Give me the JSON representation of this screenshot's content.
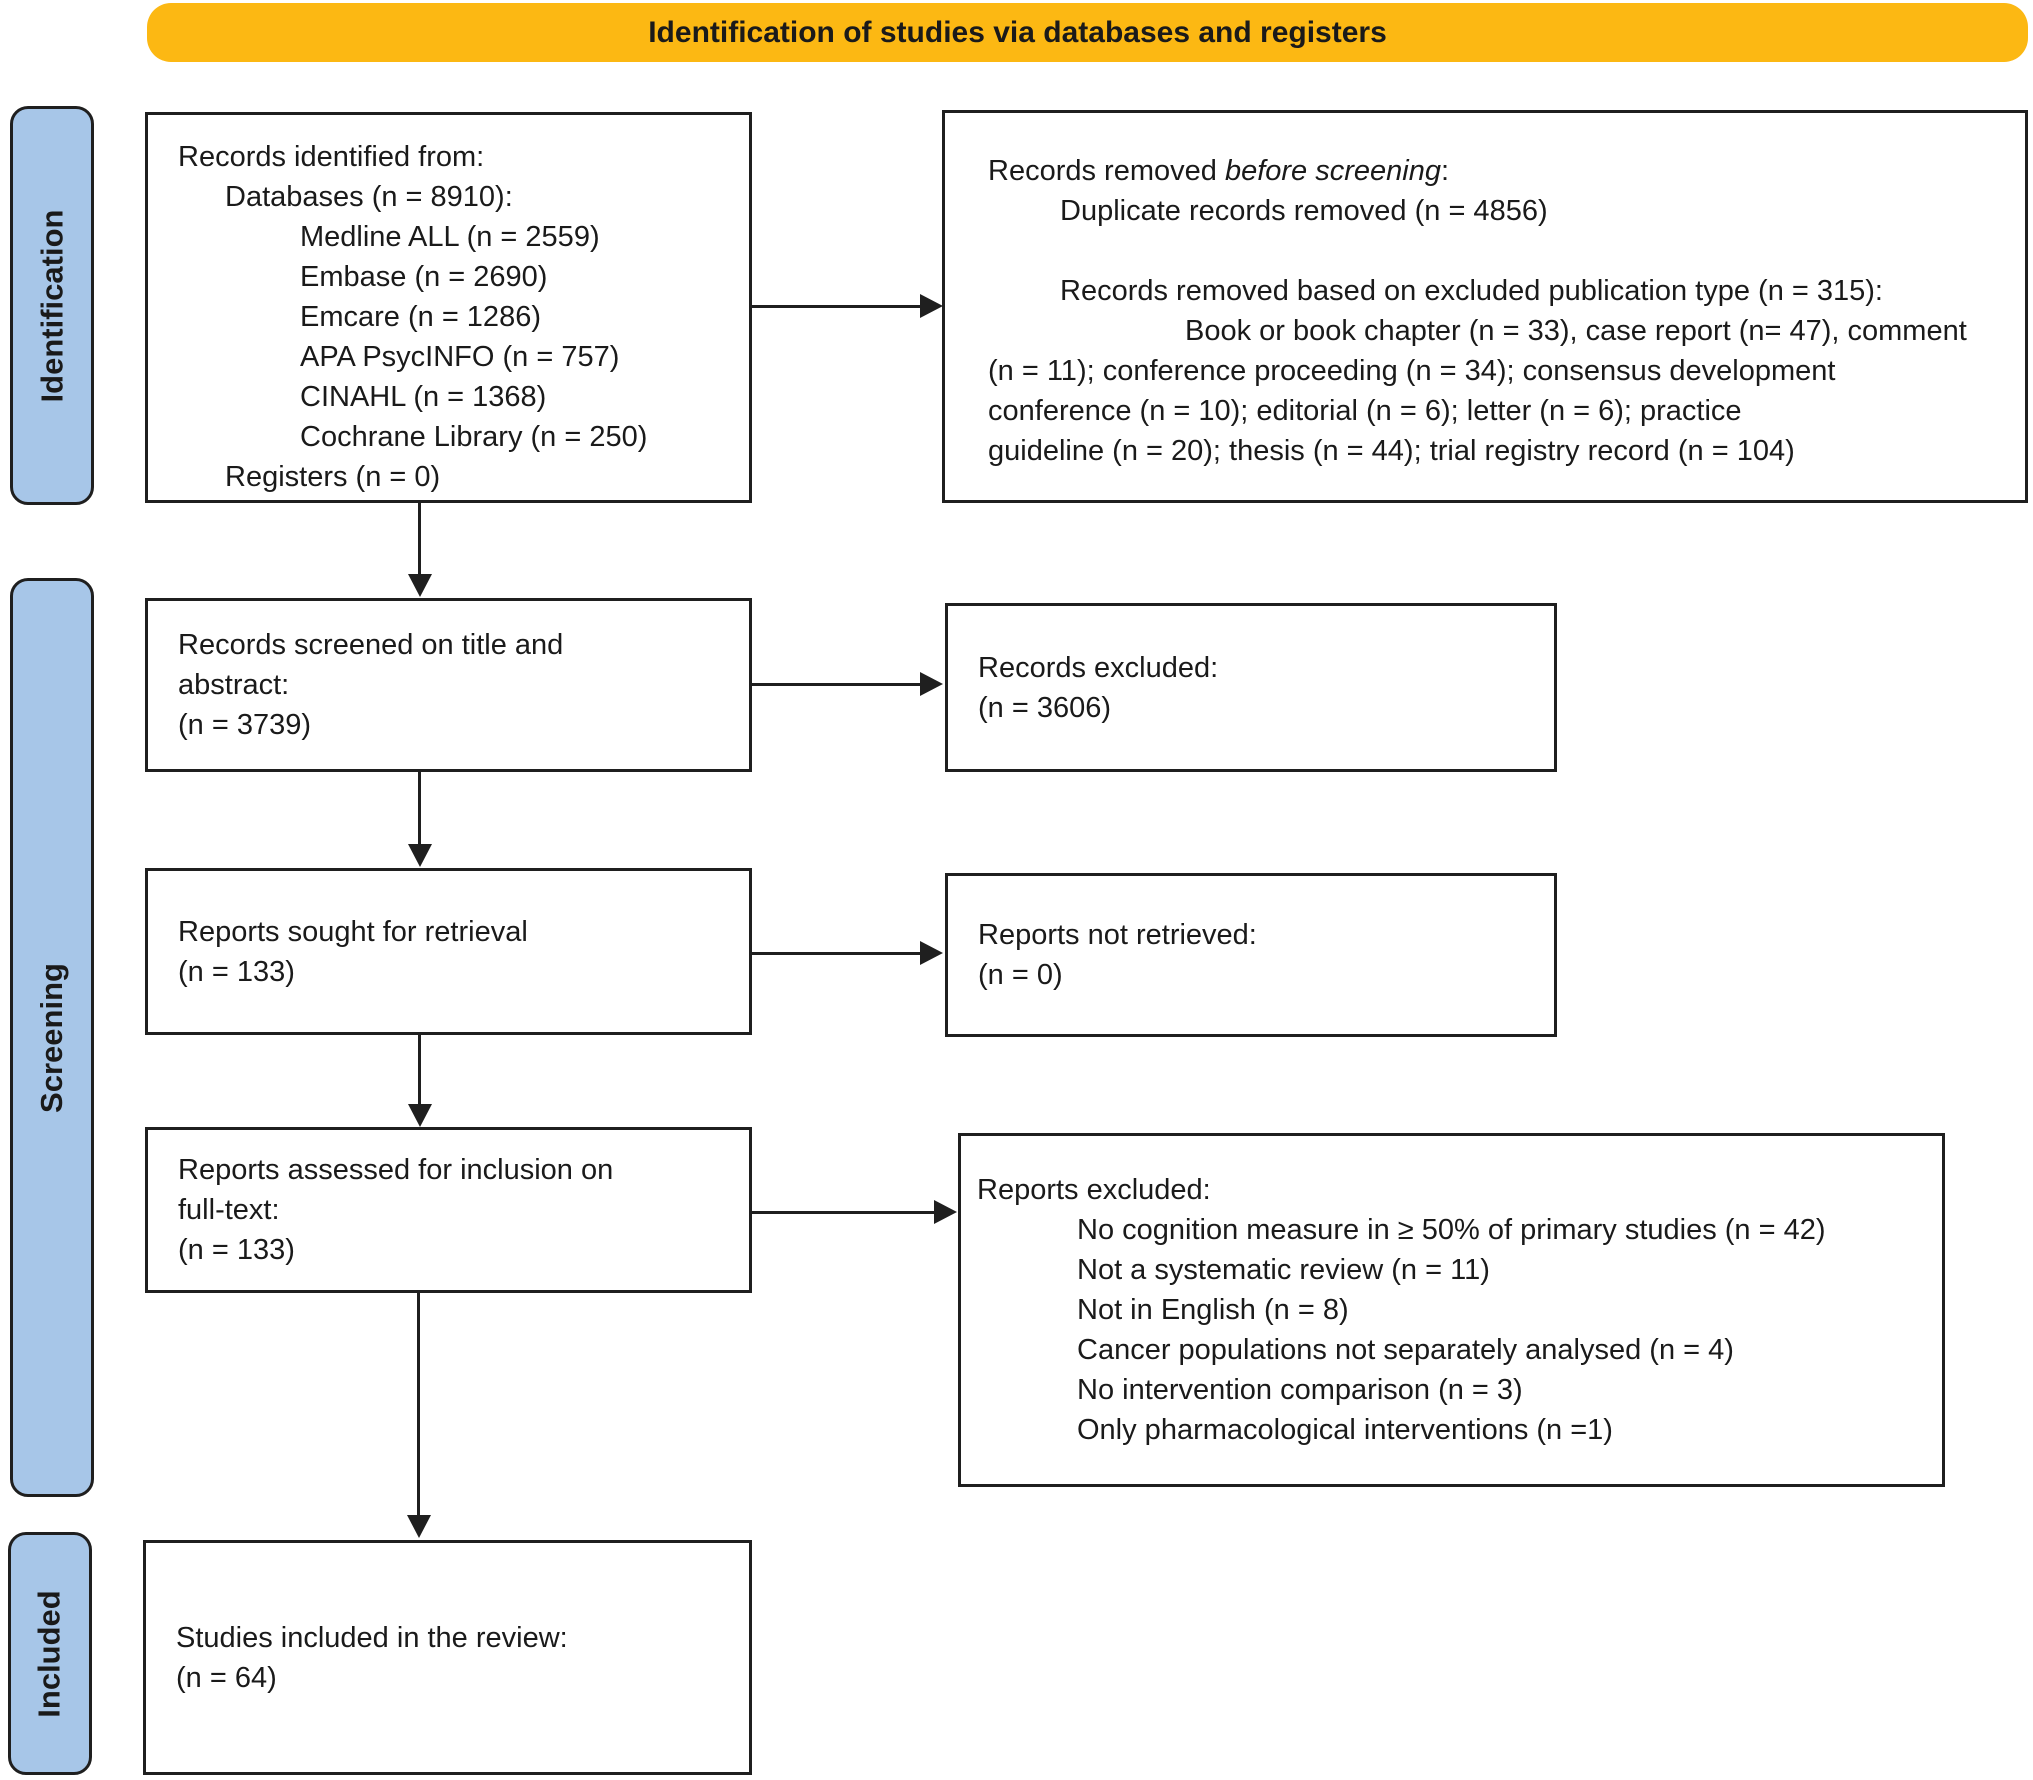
{
  "colors": {
    "banner": "#FCB813",
    "stage_fill": "#A7C6E8",
    "border": "#1F1F1F"
  },
  "banner": {
    "title": "Identification of studies via databases and registers"
  },
  "stages": {
    "identification": "Identification",
    "screening": "Screening",
    "included": "Included"
  },
  "boxes": {
    "records_identified": {
      "lines": [
        "Records identified from:",
        "Databases (n = 8910):",
        "Medline ALL (n = 2559)",
        "Embase (n = 2690)",
        "Emcare (n = 1286)",
        "APA PsycINFO (n = 757)",
        "CINAHL (n = 1368)",
        "Cochrane Library (n = 250)",
        "Registers (n = 0)"
      ]
    },
    "records_removed": {
      "heading_prefix": "Records removed ",
      "heading_italic": "before screening",
      "heading_suffix": ":",
      "line_duplicates": "Duplicate records removed (n = 4856)",
      "line_pubtype": "Records removed based on excluded publication type (n = 315):",
      "wrap_lines": [
        "Book or book chapter (n = 33), case report (n= 47), comment",
        "(n = 11); conference proceeding (n = 34); consensus development",
        "conference (n = 10); editorial (n = 6); letter (n = 6); practice",
        "guideline (n = 20); thesis (n = 44); trial registry record (n = 104)"
      ]
    },
    "records_screened": {
      "lines": [
        "Records screened on title and",
        "abstract:",
        "(n = 3739)"
      ]
    },
    "records_excluded": {
      "lines": [
        "Records excluded:",
        "(n = 3606)"
      ]
    },
    "reports_sought": {
      "lines": [
        "Reports sought for retrieval",
        "(n = 133)"
      ]
    },
    "reports_not_retrieved": {
      "lines": [
        "Reports not retrieved:",
        "(n = 0)"
      ]
    },
    "reports_assessed": {
      "lines": [
        "Reports assessed for inclusion on",
        "full-text:",
        "(n = 133)"
      ]
    },
    "reports_excluded": {
      "heading": "Reports excluded:",
      "reasons": [
        "No cognition measure in ≥ 50% of primary studies (n = 42)",
        "Not a systematic review (n = 11)",
        "Not in English (n = 8)",
        "Cancer populations not separately analysed (n = 4)",
        "No intervention comparison (n = 3)",
        "Only pharmacological interventions (n =1)"
      ]
    },
    "studies_included": {
      "lines": [
        "Studies included in the review:",
        "(n = 64)"
      ]
    }
  }
}
